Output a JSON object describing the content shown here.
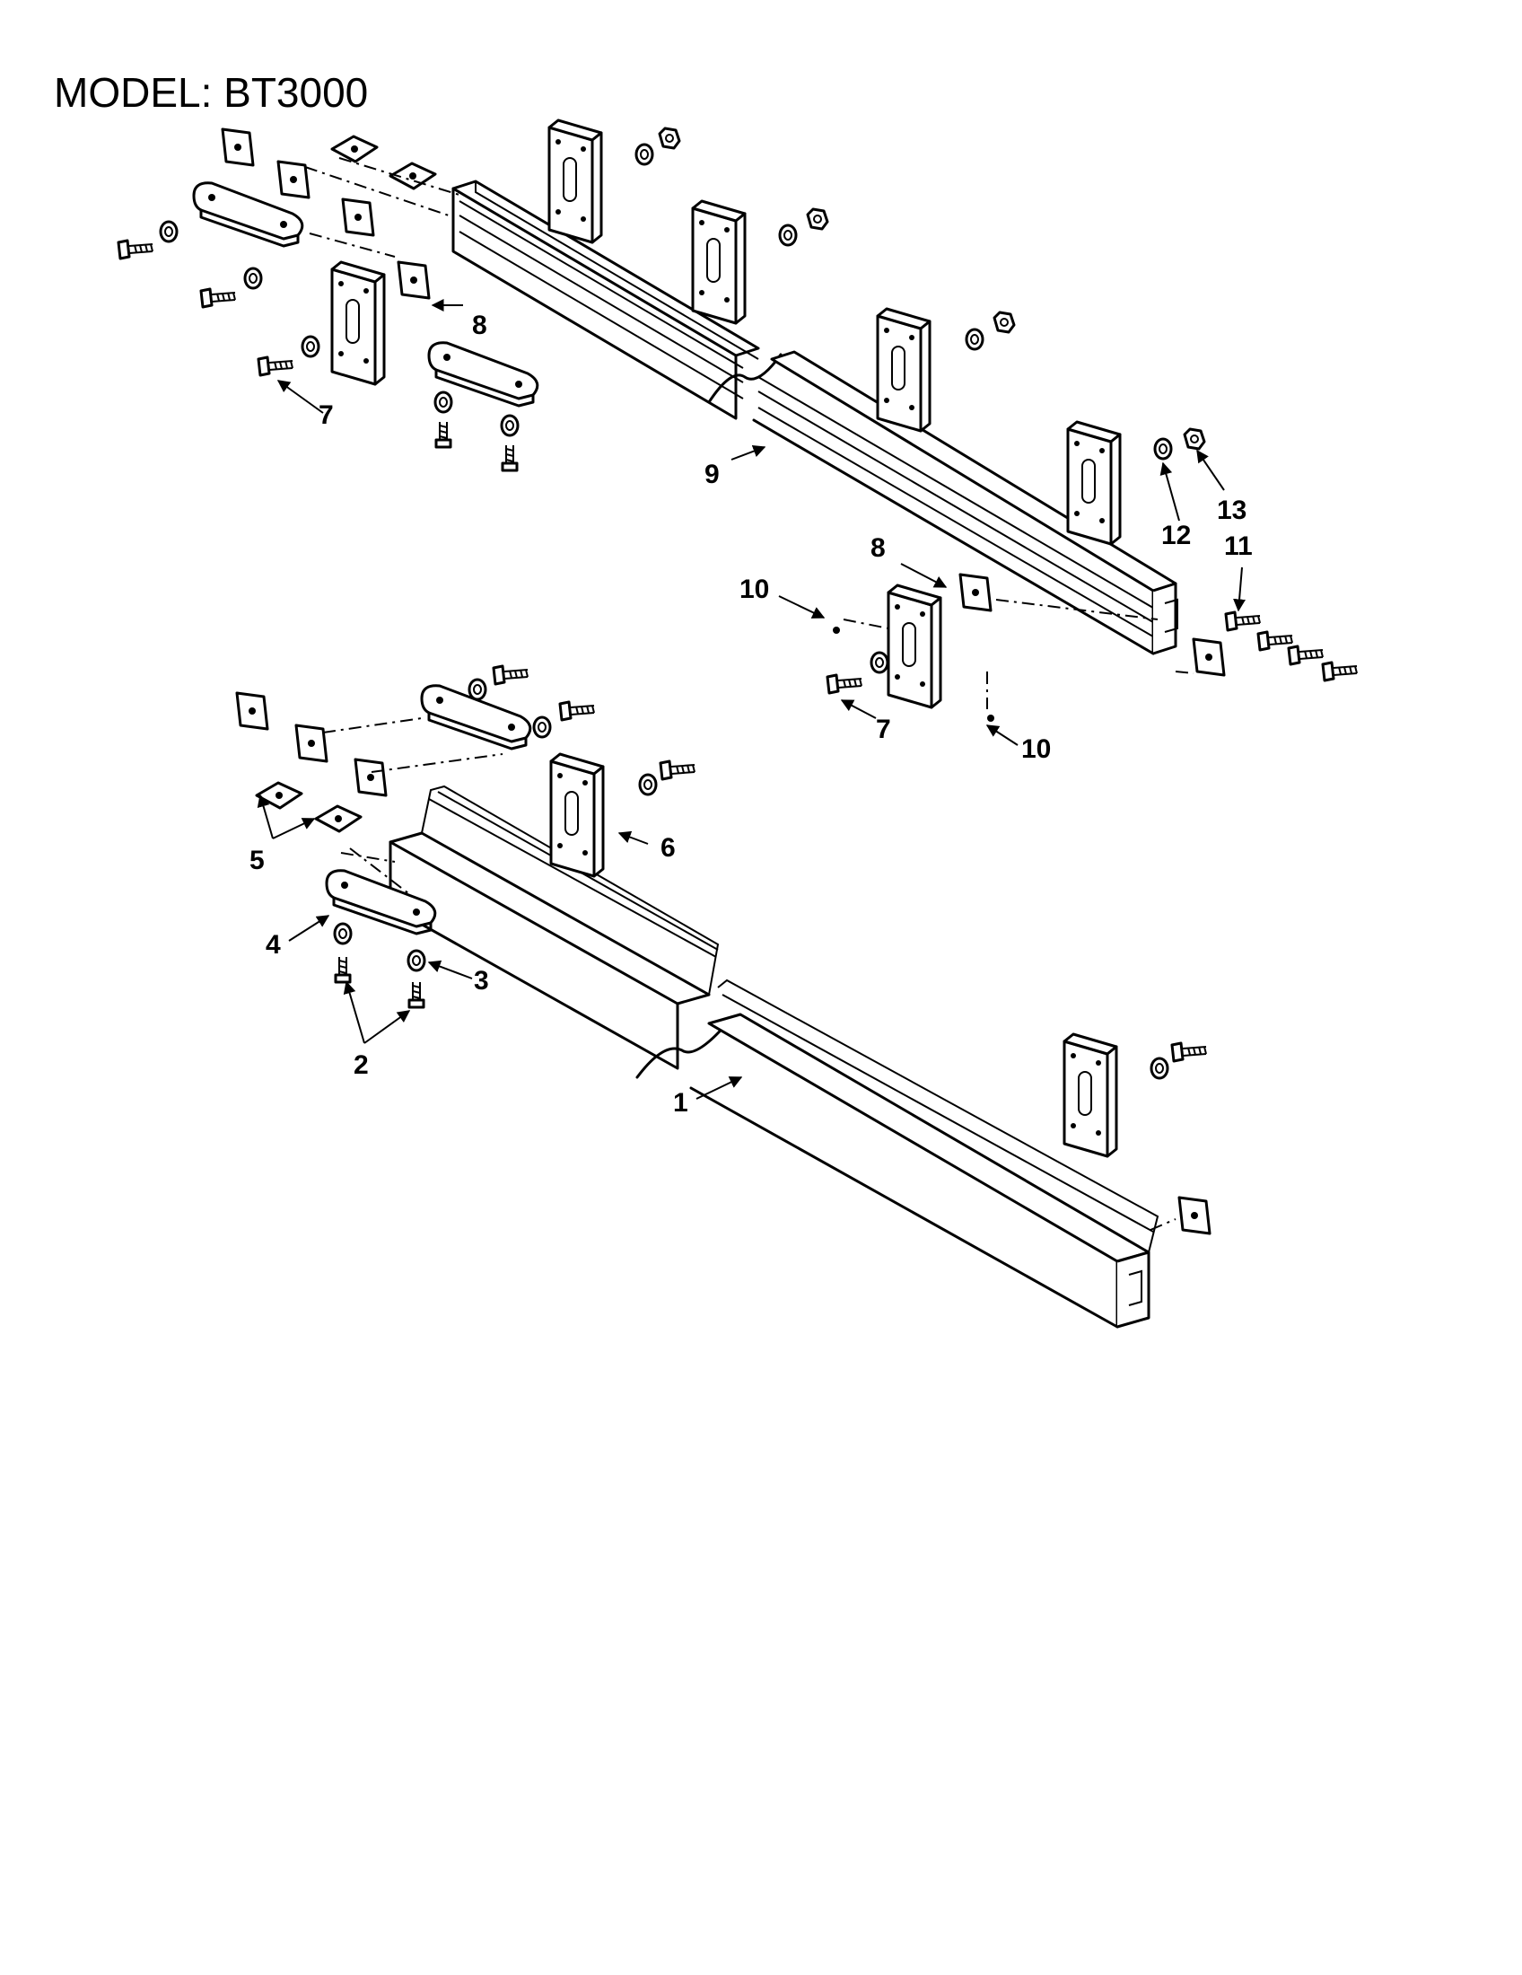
{
  "title": "MODEL: BT3000",
  "callouts": {
    "c1": "1",
    "c2": "2",
    "c3": "3",
    "c4": "4",
    "c5": "5",
    "c6": "6",
    "c7a": "7",
    "c7b": "7",
    "c8a": "8",
    "c8b": "8",
    "c9": "9",
    "c10a": "10",
    "c10b": "10",
    "c11": "11",
    "c12": "12",
    "c13": "13"
  }
}
